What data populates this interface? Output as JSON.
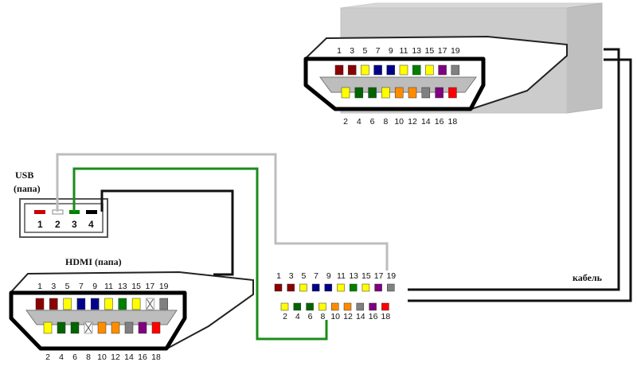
{
  "labels": {
    "usb_title": "USB",
    "usb_subtitle": "(папа)",
    "hdmi_title": "HDMI (папа)",
    "cable": "кабель"
  },
  "usb_pins": [
    "1",
    "2",
    "3",
    "4"
  ],
  "pin_colors": {
    "1": "#8b0000",
    "2": "#ffff00",
    "3": "#8b0000",
    "4": "#006400",
    "5": "#ffff00",
    "6": "#006400",
    "7": "#00008b",
    "8": "#ffff00",
    "9": "#00008b",
    "10": "#ff8c00",
    "11": "#ffff00",
    "12": "#ff8c00",
    "13": "#008000",
    "14": "#808080",
    "15": "#ffff00",
    "16": "#800080",
    "17": "#800080",
    "18": "#ff0000",
    "19": "#808080"
  },
  "hdmi_left": {
    "top_numbers": [
      "1",
      "3",
      "5",
      "7",
      "9",
      "11",
      "13",
      "15",
      "17",
      "19"
    ],
    "bottom_numbers": [
      "2",
      "4",
      "6",
      "8",
      "10",
      "12",
      "14",
      "16",
      "18"
    ]
  },
  "hdmi_right": {
    "top_numbers": [
      "1",
      "3",
      "5",
      "7",
      "9",
      "11",
      "13",
      "15",
      "17",
      "19"
    ],
    "bottom_numbers": [
      "2",
      "4",
      "6",
      "8",
      "10",
      "12",
      "14",
      "16",
      "18"
    ]
  },
  "pin_legend": {
    "top_numbers": [
      "1",
      "3",
      "5",
      "7",
      "9",
      "11",
      "13",
      "15",
      "17",
      "19"
    ],
    "bottom_numbers": [
      "2",
      "4",
      "6",
      "8",
      "10",
      "12",
      "14",
      "16",
      "18"
    ]
  }
}
